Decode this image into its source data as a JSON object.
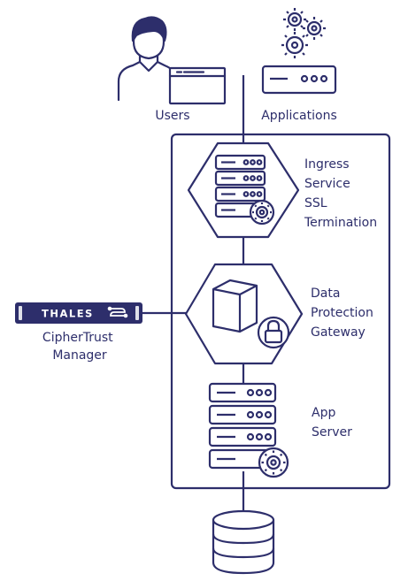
{
  "colors": {
    "stroke": "#2d2e6b",
    "background": "#ffffff",
    "brand_bar": "#2d2e6b"
  },
  "nodes": {
    "users": {
      "label": "Users",
      "icon": "user-with-browser-icon"
    },
    "applications": {
      "label": "Applications",
      "icon": "gears-server-icon"
    },
    "ingress": {
      "label_lines": [
        "Ingress",
        "Service",
        "SSL",
        "Termination"
      ],
      "icon": "server-stack-gear-hexagon-icon"
    },
    "gateway": {
      "label_lines": [
        "Data",
        "Protection",
        "Gateway"
      ],
      "icon": "cube-lock-hexagon-icon"
    },
    "app_server": {
      "label_lines": [
        "App",
        "Server"
      ],
      "icon": "server-stack-gear-icon"
    },
    "database": {
      "icon": "database-icon"
    },
    "ciphertrust": {
      "brand": "THALES",
      "label_lines": [
        "CipherTrust",
        "Manager"
      ],
      "icon": "thales-appliance-icon"
    }
  }
}
